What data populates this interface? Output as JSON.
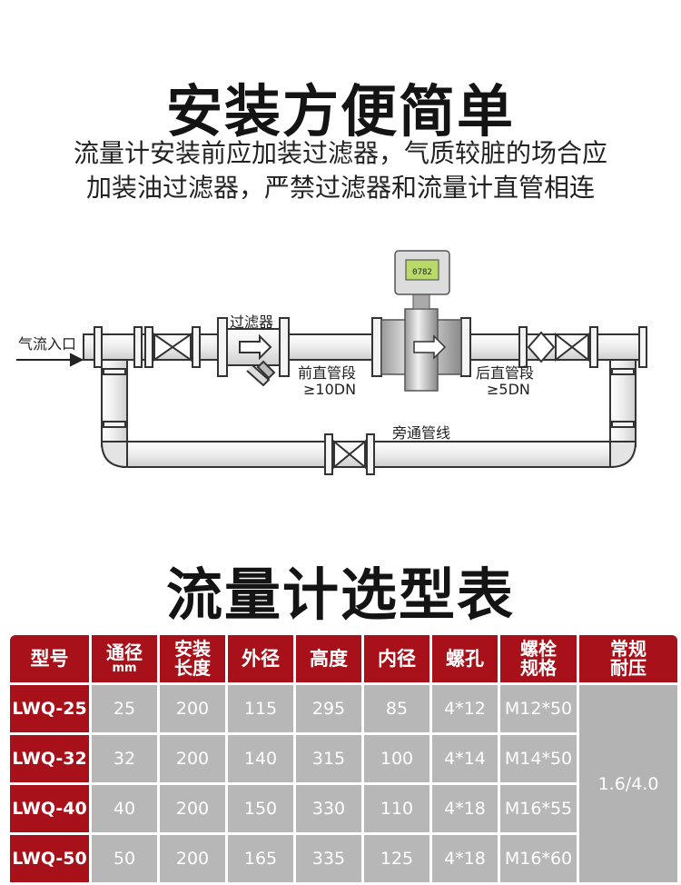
{
  "header": {
    "title": "安装方便简单",
    "subtitle_line1": "流量计安装前应加装过滤器，气质较脏的场合应",
    "subtitle_line2": "加装油过滤器，严禁过滤器和流量计直管相连"
  },
  "diagram": {
    "inlet_label": "气流入口",
    "filter_label": "过滤器",
    "front_pipe_label": "前直管段",
    "front_pipe_len": "≥10DN",
    "rear_pipe_label": "后直管段",
    "rear_pipe_len": "≥5DN",
    "bypass_label": "旁通管线",
    "meter_display": "0782"
  },
  "table_section": {
    "title": "流量计选型表",
    "headers": {
      "model": "型号",
      "bore_line1": "通径",
      "bore_unit": "mm",
      "install_line1": "安装",
      "install_line2": "长度",
      "outer": "外径",
      "height": "高度",
      "inner": "内径",
      "hole": "螺孔",
      "bolt_line1": "螺栓",
      "bolt_line2": "规格",
      "pressure_line1": "常规",
      "pressure_line2": "耐压"
    },
    "pressure": "1.6/4.0",
    "rows": [
      {
        "model": "LWQ-25",
        "bore": "25",
        "length": "200",
        "outer": "115",
        "height": "295",
        "inner": "85",
        "hole": "4*12",
        "bolt": "M12*50"
      },
      {
        "model": "LWQ-32",
        "bore": "32",
        "length": "200",
        "outer": "140",
        "height": "315",
        "inner": "100",
        "hole": "4*14",
        "bolt": "M14*50"
      },
      {
        "model": "LWQ-40",
        "bore": "40",
        "length": "200",
        "outer": "150",
        "height": "330",
        "inner": "110",
        "hole": "4*18",
        "bolt": "M16*55"
      },
      {
        "model": "LWQ-50",
        "bore": "50",
        "length": "200",
        "outer": "165",
        "height": "335",
        "inner": "125",
        "hole": "4*18",
        "bolt": "M16*60"
      }
    ]
  },
  "colors": {
    "header_red": "#a8111a",
    "cell_gray": "#b7b7b7",
    "pipe_fill": "#f2f2f2",
    "pipe_stroke": "#333333"
  }
}
